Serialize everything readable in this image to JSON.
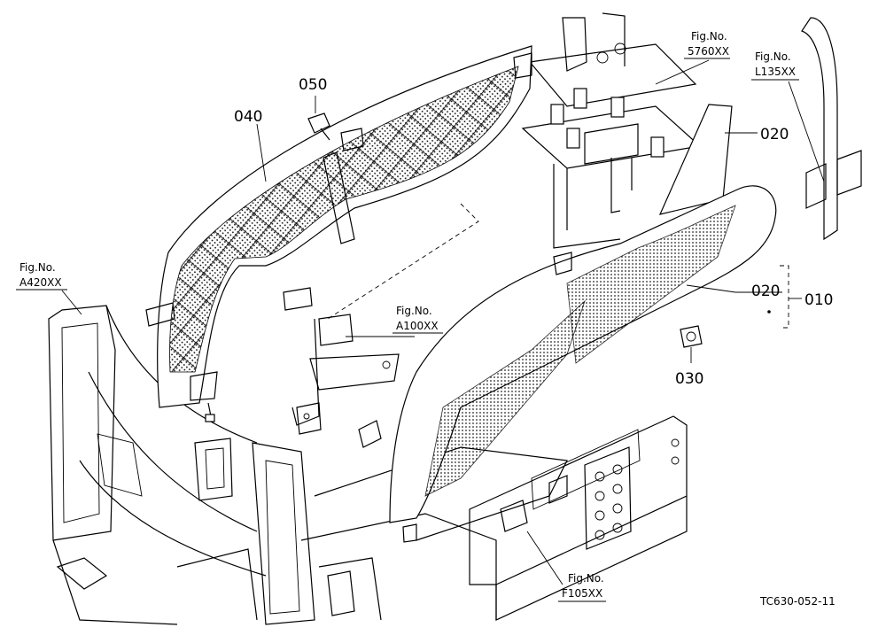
{
  "parts": {
    "p040": "040",
    "p050": "050",
    "p020_top": "020",
    "p020_group": "020",
    "p010": "010",
    "p030": "030"
  },
  "figure_refs": {
    "fig_5760": {
      "label": "Fig.No.",
      "number": "5760XX"
    },
    "fig_l135": {
      "label": "Fig.No.",
      "number": "L135XX"
    },
    "fig_a420": {
      "label": "Fig.No.",
      "number": "A420XX"
    },
    "fig_a100": {
      "label": "Fig.No.",
      "number": "A100XX"
    },
    "fig_f105": {
      "label": "Fig.No.",
      "number": "F105XX"
    }
  },
  "drawing_code": "TC630-052-11"
}
